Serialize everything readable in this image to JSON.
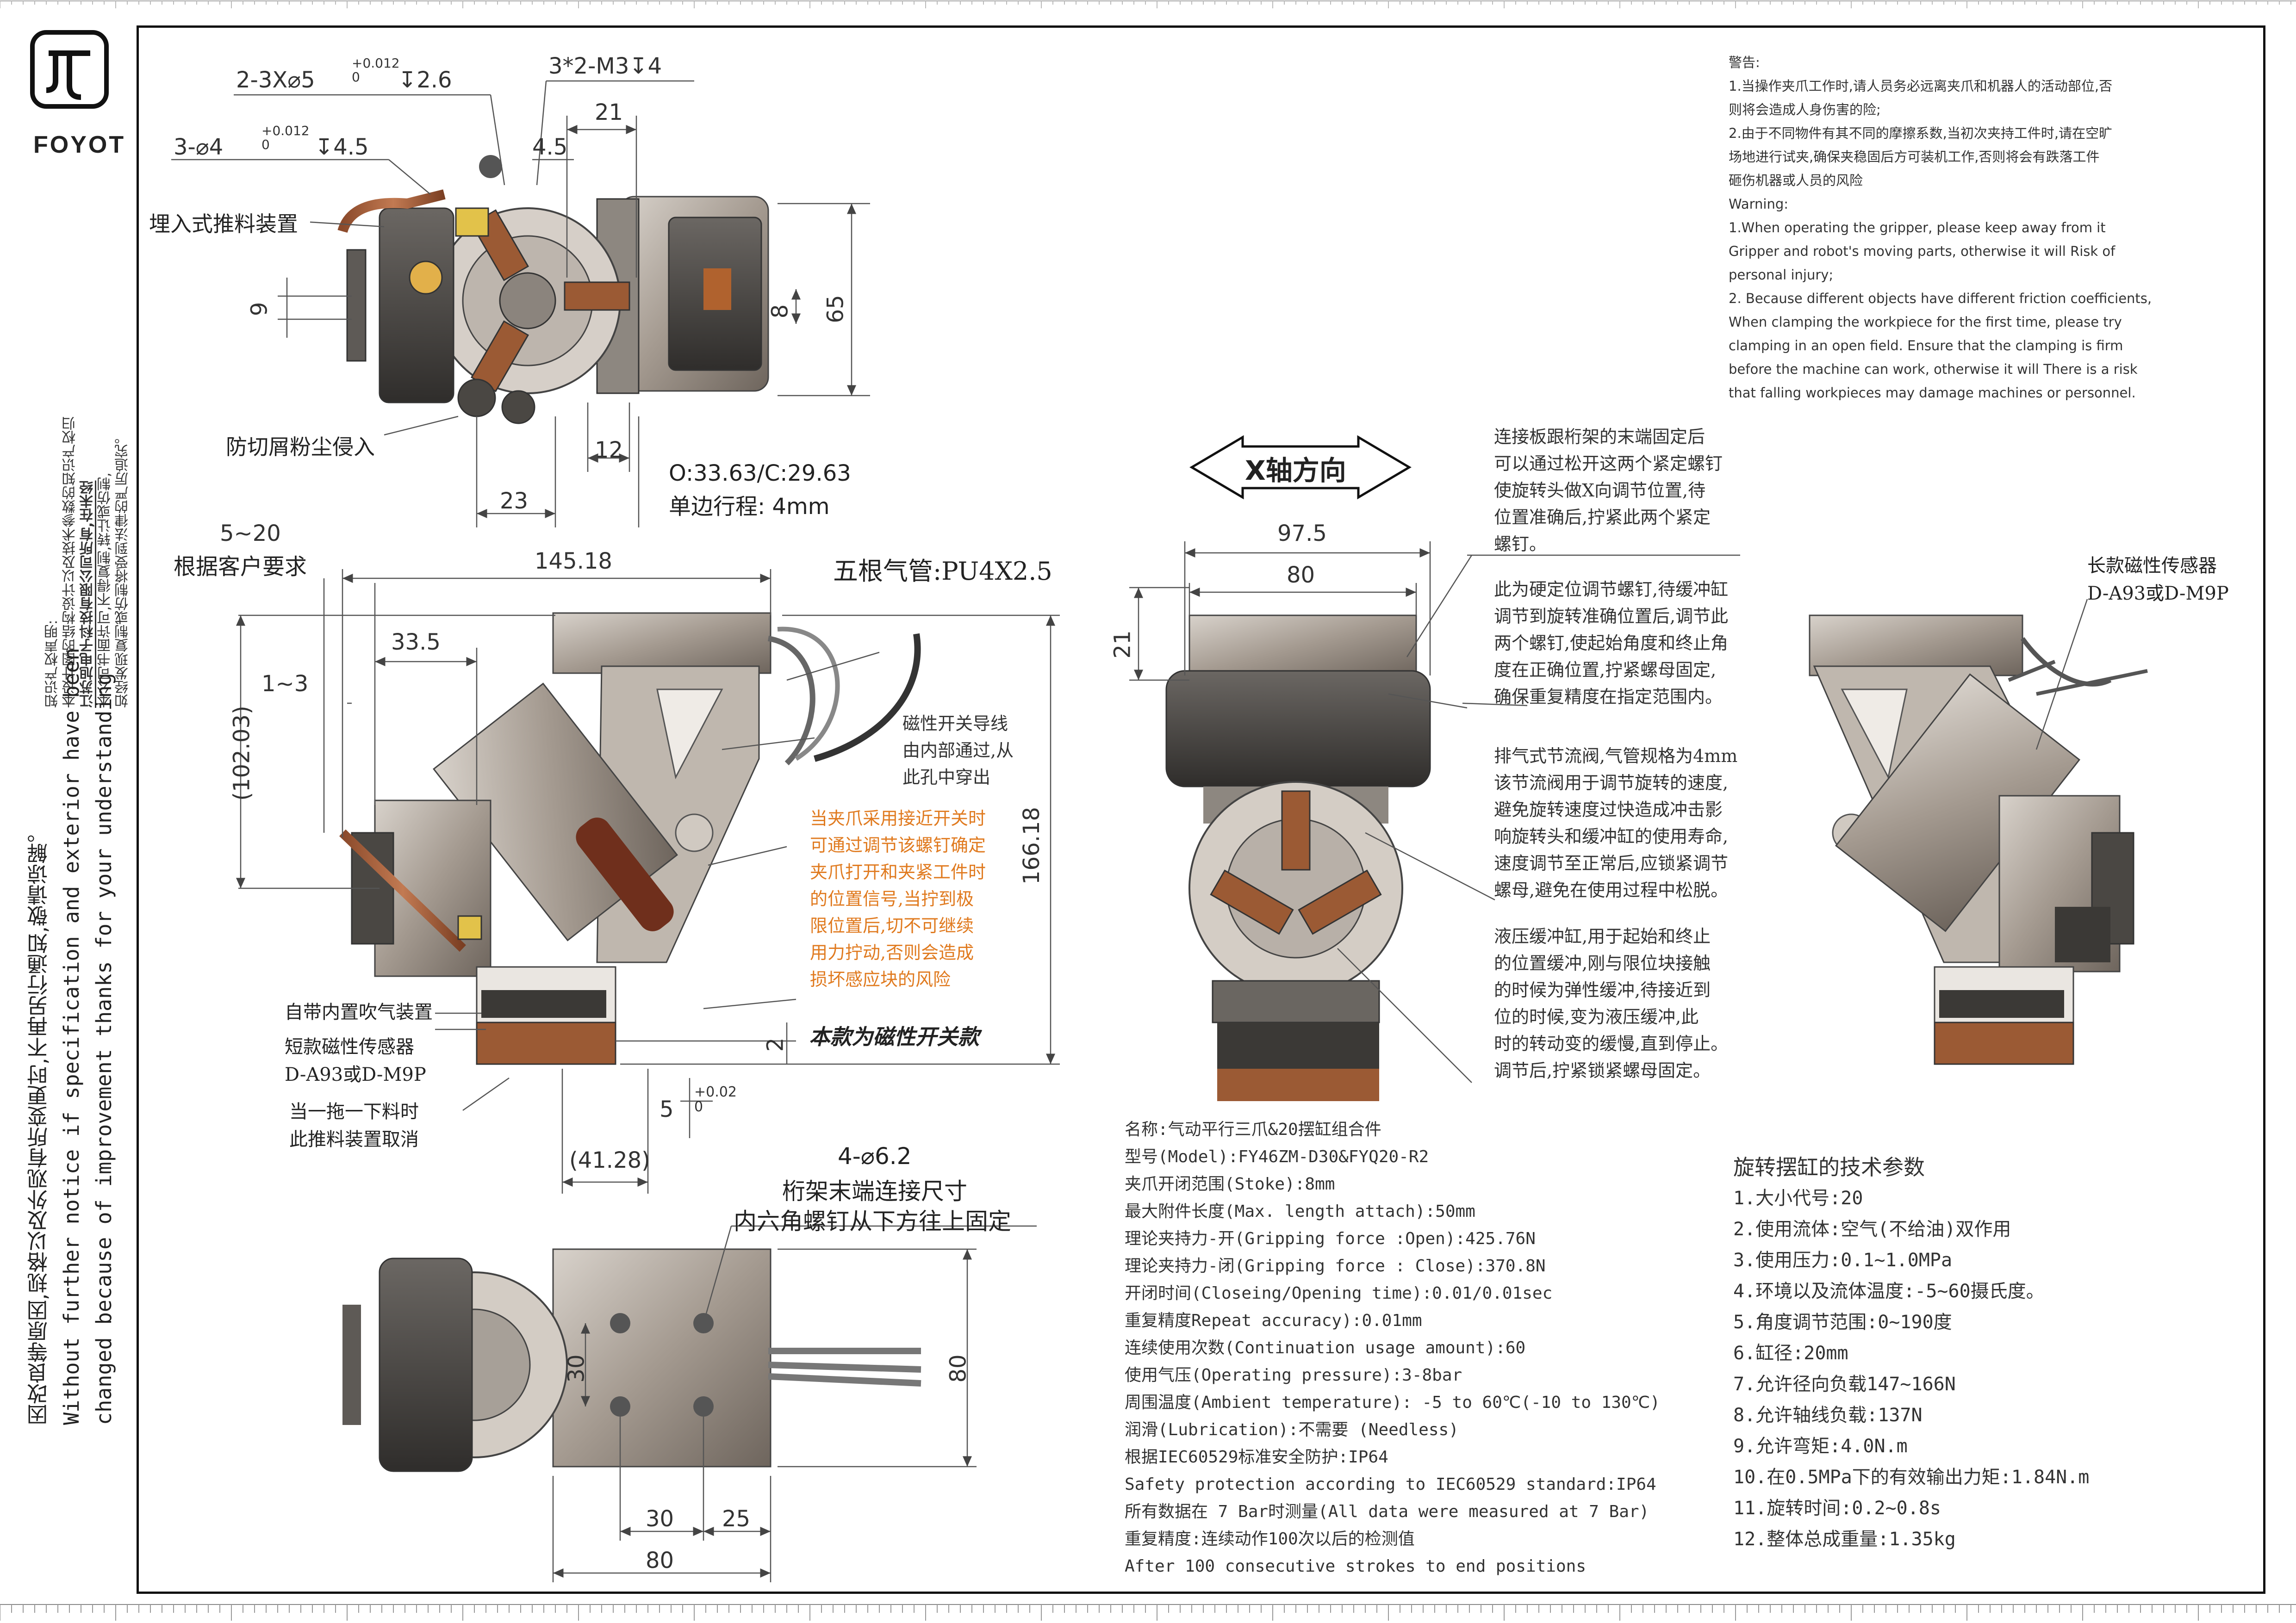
{
  "brand": {
    "name": "FOYOT"
  },
  "left_notice": {
    "small_1": "知识产权声明:",
    "small_2": "本设计图的结构设计以及技术参数的知识产权归",
    "small_3": "江苏旭电子科技有限公司所有,在未经",
    "small_4": "本公司书面许可,不得复制,转让或仿制,",
    "small_5": "如经发现复制或仿制将受到法律的严厉追究。",
    "line_cn": "因改良等原因,规格以及外观有所变更时,不再另行通知,敬请谅解。",
    "line_en1": "Without further notice if specification and exterior have been",
    "line_en2": "changed because of improvement thanks for your understanding"
  },
  "top_view": {
    "callouts": {
      "holes_a": "2-3X⌀5",
      "holes_a_tol": "+0.012\n0",
      "holes_a_depth": "↧2.6",
      "holes_b": "3*2-M3↧4",
      "holes_c": "3-⌀4",
      "holes_c_tol": "+0.012\n0",
      "holes_c_depth": "↧4.5",
      "embedded": "埋入式推料装置",
      "dust": "防切屑粉尘侵入"
    },
    "dims": {
      "d21": "21",
      "d4_5": "4.5",
      "d9": "9",
      "d8": "8",
      "d65": "65",
      "d12": "12",
      "d23": "23"
    },
    "stroke_1": "O:33.63/C:29.63",
    "stroke_2": "单边行程:  4mm"
  },
  "side_view": {
    "dims": {
      "range": "5~20",
      "d145": "145.18",
      "d33": "33.5",
      "d1_3": "1~3",
      "d102": "(102.03)",
      "d166": "166.18",
      "d2": "2",
      "d5": "5",
      "d5_tol": "+0.02\n0",
      "d41": "(41.28)"
    },
    "customer": "根据客户要求",
    "air_tube": "五根气管:PU4X2.5",
    "wire_note_1": "磁性开关导线",
    "wire_note_2": "由内部通过,从",
    "wire_note_3": "此孔中穿出",
    "orange_note": [
      "当夹爪采用接近开关时",
      "可通过调节该螺钉确定",
      "夹爪打开和夹紧工件时",
      "的位置信号,当拧到极",
      "限位置后,切不可继续",
      "用力拧动,否则会造成",
      "损坏感应块的风险"
    ],
    "blow": "自带内置吹气装置",
    "short_sensor": "短款磁性传感器",
    "short_sensor_model": "D-A93或D-M9P",
    "drag_1": "当一拖一下料时",
    "drag_2": "此推料装置取消",
    "magnetic": "本款为磁性开关款"
  },
  "bottom_view": {
    "mount_1": "4-⌀6.2",
    "mount_2": "桁架末端连接尺寸",
    "mount_3": "内六角螺钉从下方往上固定",
    "dims": {
      "d30v": "30",
      "d80v": "80",
      "d30h": "30",
      "d25": "25",
      "d80h": "80"
    }
  },
  "front_view": {
    "axis_label": "X轴方向",
    "dims": {
      "d97": "97.5",
      "d80": "80",
      "d21": "21"
    },
    "note1": [
      "连接板跟桁架的末端固定后",
      "可以通过松开这两个紧定螺钉",
      "使旋转头做X向调节位置,待",
      "位置准确后,拧紧此两个紧定",
      "螺钉。"
    ],
    "note2": [
      "此为硬定位调节螺钉,待缓冲缸",
      "调节到旋转准确位置后,调节此",
      "两个螺钉,使起始角度和终止角",
      "度在正确位置,拧紧螺母固定,",
      "确保重复精度在指定范围内。"
    ],
    "note3": [
      "排气式节流阀,气管规格为4mm",
      "该节流阀用于调节旋转的速度,",
      "避免旋转速度过快造成冲击影",
      "响旋转头和缓冲缸的使用寿命,",
      "速度调节至正常后,应锁紧调节",
      "螺母,避免在使用过程中松脱。"
    ],
    "note4": [
      "液压缓冲缸,用于起始和终止",
      "的位置缓冲,刚与限位块接触",
      "的时候为弹性缓冲,待接近到",
      "位的时候,变为液压缓冲,此",
      "时的转动变的缓慢,直到停止。",
      "调节后,拧紧锁紧螺母固定。"
    ]
  },
  "rear_view": {
    "long_sensor": "长款磁性传感器",
    "long_sensor_model": "D-A93或D-M9P"
  },
  "warning": {
    "title_cn": "警告:",
    "cn": [
      "1.当操作夹爪工作时,请人员务必远离夹爪和机器人的活动部位,否",
      "则将会造成人身伤害的险;",
      "2.由于不同物件有其不同的摩擦系数,当初次夹持工件时,请在空旷",
      "场地进行试夹,确保夹稳固后方可装机工作,否则将会有跌落工件",
      "砸伤机器或人员的风险"
    ],
    "title_en": "Warning:",
    "en": [
      "1.When operating the gripper, please keep away from it",
      "Gripper and robot's moving parts, otherwise it will Risk of",
      "personal injury;",
      "2. Because different objects have different friction coefficients,",
      "When clamping the workpiece for the first time, please try",
      "clamping in an open field. Ensure that the clamping is firm",
      "before the machine can work, otherwise it will There is a risk",
      "that falling workpieces may damage machines or personnel."
    ]
  },
  "specs": [
    "名称:气动平行三爪&20摆缸组合件",
    "型号(Model):FY46ZM-D30&FYQ20-R2",
    "夹爪开闭范围(Stoke):8mm",
    "最大附件长度(Max. length attach):50mm",
    "理论夹持力-开(Gripping force :Open):425.76N",
    "理论夹持力-闭(Gripping force : Close):370.8N",
    "开闭时间(Closeing/Opening time):0.01/0.01sec",
    "重复精度Repeat accuracy):0.01mm",
    "连续使用次数(Continuation usage amount):60",
    "使用气压(Operating pressure):3-8bar",
    "周围温度(Ambient temperature): -5 to 60℃(-10 to 130℃)",
    "润滑(Lubrication):不需要 (Needless)",
    "根据IEC60529标准安全防护:IP64",
    "Safety protection according to IEC60529 standard:IP64",
    "所有数据在 7 Bar时测量(All data were measured at 7 Bar)",
    "重复精度:连续动作100次以后的检测值",
    "After 100 consecutive strokes to end positions"
  ],
  "cylinder": {
    "title": "旋转摆缸的技术参数",
    "items": [
      "1.大小代号:20",
      "2.使用流体:空气(不给油)双作用",
      "3.使用压力:0.1~1.0MPa",
      "4.环境以及流体温度:-5~60摄氏度。",
      "5.角度调节范围:0~190度",
      "6.缸径:20mm",
      "7.允许径向负载147~166N",
      "8.允许轴线负载:137N",
      "9.允许弯矩:4.0N.m",
      "10.在0.5MPa下的有效输出力矩:1.84N.m",
      "11.旋转时间:0.2~0.8s",
      "12.整体总成重量:1.35kg"
    ]
  },
  "colors": {
    "ink": "#222222",
    "orange": "#e07a1f",
    "metal": "#9a8f86",
    "dark": "#4a4743",
    "copper": "#a0522d",
    "line": "#555555"
  }
}
